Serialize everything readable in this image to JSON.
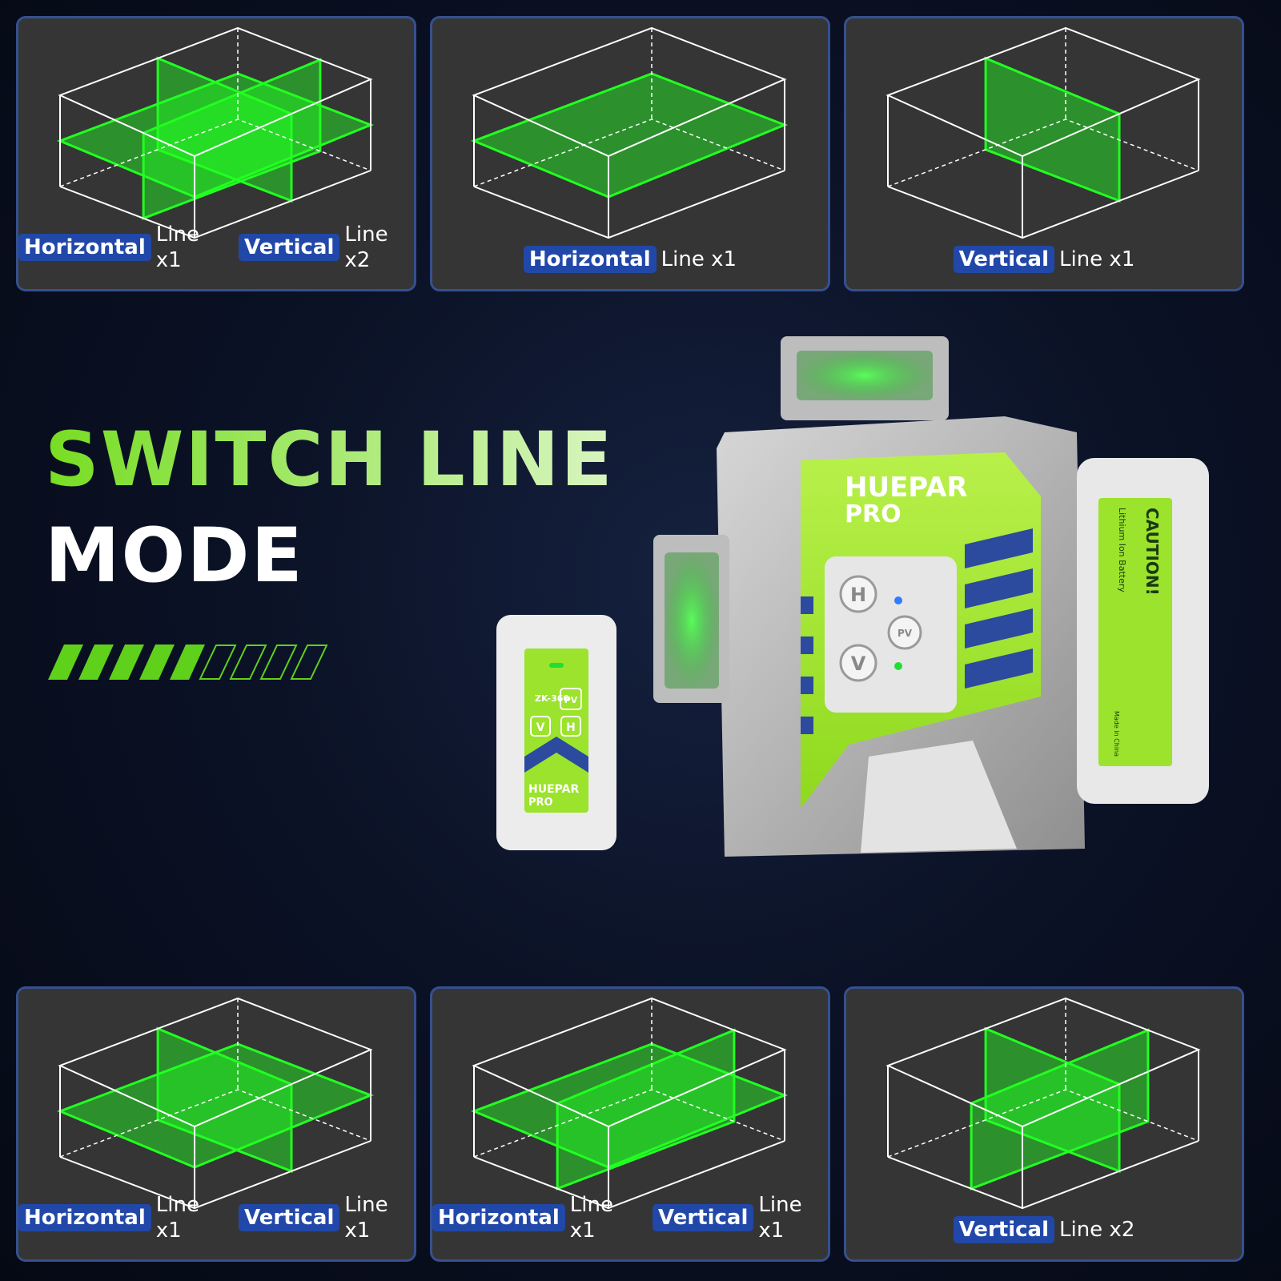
{
  "headline": {
    "line1": "SWITCH LINE",
    "line2": "MODE"
  },
  "colors": {
    "accent_green": "#77dd22",
    "laser_green": "#22ff22",
    "tag_blue": "#2148a8",
    "panel_bg": "#353535",
    "panel_border": "#34508f"
  },
  "panels": [
    {
      "mode": "h1v2",
      "items": [
        {
          "tag": "Horizontal",
          "count": "Line x1"
        },
        {
          "tag": "Vertical",
          "count": "Line x2"
        }
      ]
    },
    {
      "mode": "h1",
      "items": [
        {
          "tag": "Horizontal",
          "count": "Line x1"
        }
      ]
    },
    {
      "mode": "v1",
      "items": [
        {
          "tag": "Vertical",
          "count": "Line x1"
        }
      ]
    },
    {
      "mode": "h1v1",
      "items": [
        {
          "tag": "Horizontal",
          "count": "Line x1"
        },
        {
          "tag": "Vertical",
          "count": "Line x1"
        }
      ]
    },
    {
      "mode": "h1v1b",
      "items": [
        {
          "tag": "Horizontal",
          "count": "Line x1"
        },
        {
          "tag": "Vertical",
          "count": "Line x1"
        }
      ]
    },
    {
      "mode": "v2",
      "items": [
        {
          "tag": "Vertical",
          "count": "Line x2"
        }
      ]
    }
  ],
  "product": {
    "brand_line1": "HUEPAR",
    "brand_line2": "PRO",
    "button_h": "H",
    "button_v": "V",
    "button_pv": "PV",
    "battery_caution": "CAUTION!",
    "battery_type": "Lithium Ion Battery",
    "battery_made_in": "Made in China",
    "remote_model": "ZK-360",
    "remote_button_pv": "PV",
    "remote_button_v": "V",
    "remote_button_h": "H",
    "remote_brand_line1": "HUEPAR",
    "remote_brand_line2": "PRO"
  }
}
